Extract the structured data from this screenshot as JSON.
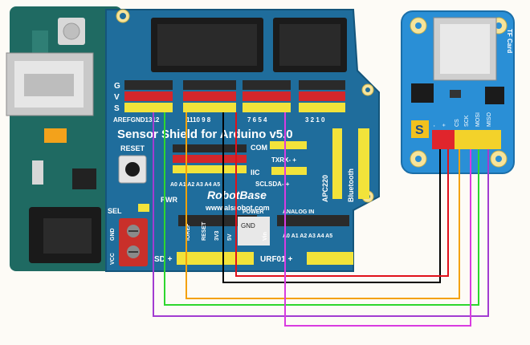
{
  "shield": {
    "title": "Sensor Shield for Arduino v5.0",
    "brand": "RobotBase",
    "url": "www.alsrobot.com",
    "reset_label": "RESET",
    "pwr_label": "PWR",
    "sel_label": "SEL",
    "iic_label": "IIC",
    "com_label": "COM",
    "txrx_label": "TXRX- +",
    "sclsda_label": "SCLSDA- +",
    "apc220_label": "APC220",
    "bluetooth_label": "Bluetooth",
    "aref_gnd_label": "AREFGND1312",
    "pins_11_8": "1110 9 8",
    "pins_7_4": "7 6 5 4",
    "pins_3_0": "3 2 1 0",
    "analog_top_pins": "A0 A1 A2 A3 A4 A5",
    "power_label": "POWER",
    "analog_in_label": "ANALOG IN",
    "gnd_label": "GND",
    "vin_label": "Vin",
    "ioref_label": "IOREF",
    "reset_pin_label": "RESET",
    "v33_label": "3V3",
    "v5_label": "5V",
    "analog_bottom_pins": "A0 A1 A2 A3 A4 A5",
    "urf_label": "URF01 +",
    "sd_label": "SD +",
    "row_g": "G",
    "row_v": "V",
    "row_s": "S",
    "terminal_gnd": "GND",
    "terminal_vcc": "VCC"
  },
  "tf_module": {
    "label": "TF Card",
    "s_badge": "S",
    "pin_labels": [
      "-",
      "+",
      "CS",
      "SCK",
      "MOSI",
      "MISO"
    ]
  },
  "colors": {
    "shield_blue": "#1f6d9c",
    "arduino_teal": "#1f6a62",
    "module_blue": "#2a8fd6",
    "wire_black": "#000000",
    "wire_red": "#e0101a",
    "wire_orange": "#f4a10a",
    "wire_green": "#2ed62e",
    "wire_purple": "#a23cd1",
    "wire_magenta": "#d93be0"
  }
}
